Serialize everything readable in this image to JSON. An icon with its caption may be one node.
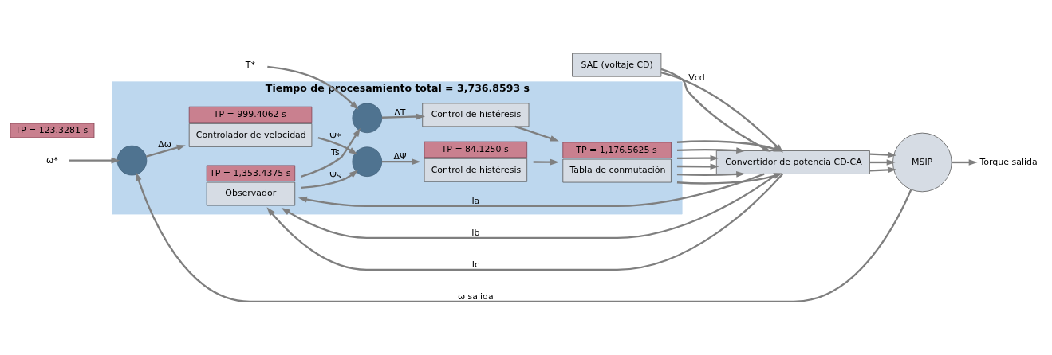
{
  "diagram": {
    "nodes": [
      {
        "text": [
          "Tiempo de procesamiento total = 3,736.8593 s"
        ]
      },
      {
        "text": [
          "ω*"
        ]
      },
      {
        "text": [],
        "shape": "circle",
        "in": 0
      },
      {
        "text": [
          "Controlador de velocidad"
        ],
        "beside": [
          "TP = 999.4062 s"
        ],
        "in": 0
      },
      {
        "text": [],
        "shape": "circle",
        "in": 0
      },
      {
        "text": [
          "Control de histéresis"
        ],
        "beside": [
          "TP = 84.1250 s"
        ],
        "in": 0
      },
      {
        "text": [
          "Control de histéresis"
        ],
        "in": 0
      },
      {
        "text": [],
        "shape": "circle",
        "in": 0
      },
      {
        "text": [
          "Tabla de conmutación"
        ],
        "beside": [
          "TP = 1,176.5625 s"
        ],
        "in": 0
      },
      {
        "text": [
          "Observador"
        ],
        "beside": [
          "TP = 1,353.4375 s"
        ],
        "in": 0
      },
      {
        "text": [
          "T*"
        ]
      },
      {
        "text": [
          "SAE (voltaje CD)"
        ]
      },
      {
        "text": [
          "Convertidor de potencia CD-CA"
        ]
      },
      {
        "text": [
          "MSIP"
        ]
      },
      {
        "text": [
          "Torque salida"
        ]
      }
    ],
    "edges": [
      {
        "from": 1,
        "to": 2,
        "arrow": "to"
      },
      {
        "from": 2,
        "to": 3,
        "arrow": "to",
        "label": "Δω"
      },
      {
        "from": 3,
        "to": 4,
        "arrow": "to",
        "label": "Ψ*"
      },
      {
        "from": 4,
        "to": 5,
        "arrow": "to",
        "label": "ΔΨ"
      },
      {
        "from": 7,
        "to": 6,
        "arrow": "to",
        "label": "ΔT"
      },
      {
        "from": 5,
        "to": 8,
        "arrow": "to"
      },
      {
        "from": 6,
        "to": 8,
        "arrow": "to"
      },
      {
        "from": 8,
        "to": 12,
        "arrow": "to"
      },
      {
        "from": 8,
        "to": 12,
        "arrow": "to"
      },
      {
        "from": 8,
        "to": 12,
        "arrow": "to"
      },
      {
        "from": 8,
        "to": 12,
        "arrow": "to"
      },
      {
        "from": 8,
        "to": 12,
        "arrow": "to"
      },
      {
        "from": 8,
        "to": 12,
        "arrow": "to"
      },
      {
        "from": 11,
        "to": 12,
        "arrow": "to",
        "label": "Vcd"
      },
      {
        "from": 11,
        "to": 12,
        "arrow": "to"
      },
      {
        "from": 12,
        "to": 13,
        "arrow": "to"
      },
      {
        "from": 12,
        "to": 13,
        "arrow": "to"
      },
      {
        "from": 12,
        "to": 13,
        "arrow": "to"
      },
      {
        "from": 13,
        "to": 14,
        "arrow": "to"
      },
      {
        "from": 12,
        "to": 9,
        "arrow": "to",
        "label": "Ia"
      },
      {
        "from": 12,
        "to": 9,
        "arrow": "to",
        "label": "Ib"
      },
      {
        "from": 12,
        "to": 9,
        "arrow": "to",
        "label": "Ic"
      },
      {
        "from": 9,
        "to": 7,
        "arrow": "to",
        "label": "Ts"
      },
      {
        "from": 9,
        "to": 4,
        "arrow": "to",
        "label": "Ψs"
      },
      {
        "from": 10,
        "to": 7,
        "arrow": "to"
      },
      {
        "from": 13,
        "to": 2,
        "arrow": "to",
        "label": "ω salida"
      }
    ],
    "labels": [
      "TP = 123.3281 s"
    ]
  }
}
